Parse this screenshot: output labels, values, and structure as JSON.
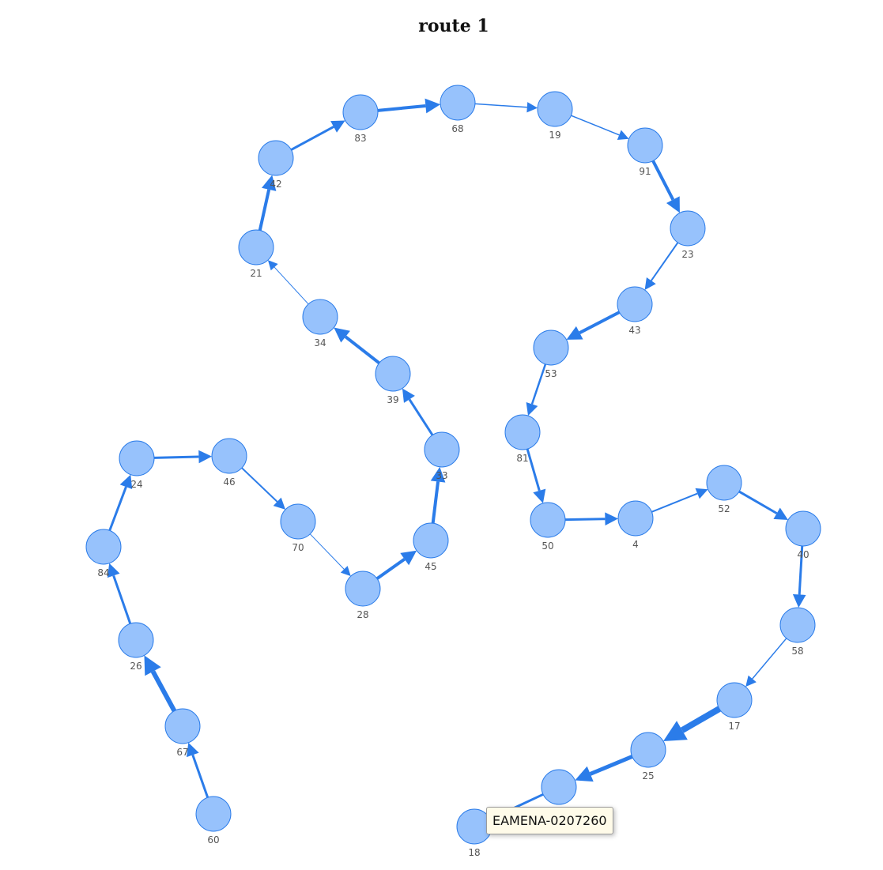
{
  "title": "route 1",
  "tooltip": "EAMENA-0207260",
  "colors": {
    "node_fill": "#97c2fc",
    "node_stroke": "#2b7ce9",
    "edge": "#2b7ce9"
  },
  "nodes": [
    "60",
    "67",
    "26",
    "84",
    "24",
    "46",
    "70",
    "28",
    "45",
    "33",
    "39",
    "34",
    "21",
    "42",
    "83",
    "68",
    "19",
    "91",
    "23",
    "43",
    "53",
    "81",
    "50",
    "4",
    "52",
    "40",
    "58",
    "17",
    "25",
    "",
    "18"
  ],
  "edges": [
    {
      "from": 0,
      "to": 1,
      "weight": 3
    },
    {
      "from": 1,
      "to": 2,
      "weight": 6
    },
    {
      "from": 2,
      "to": 3,
      "weight": 3
    },
    {
      "from": 3,
      "to": 4,
      "weight": 3
    },
    {
      "from": 4,
      "to": 5,
      "weight": 3
    },
    {
      "from": 5,
      "to": 6,
      "weight": 2
    },
    {
      "from": 6,
      "to": 7,
      "weight": 1
    },
    {
      "from": 7,
      "to": 8,
      "weight": 4
    },
    {
      "from": 8,
      "to": 9,
      "weight": 4
    },
    {
      "from": 9,
      "to": 10,
      "weight": 3
    },
    {
      "from": 10,
      "to": 11,
      "weight": 4
    },
    {
      "from": 11,
      "to": 12,
      "weight": 1
    },
    {
      "from": 12,
      "to": 13,
      "weight": 4
    },
    {
      "from": 13,
      "to": 14,
      "weight": 3
    },
    {
      "from": 14,
      "to": 15,
      "weight": 4
    },
    {
      "from": 15,
      "to": 16,
      "weight": 1.5
    },
    {
      "from": 16,
      "to": 17,
      "weight": 1.5
    },
    {
      "from": 17,
      "to": 18,
      "weight": 4
    },
    {
      "from": 18,
      "to": 19,
      "weight": 2
    },
    {
      "from": 19,
      "to": 20,
      "weight": 4
    },
    {
      "from": 20,
      "to": 21,
      "weight": 2.5
    },
    {
      "from": 21,
      "to": 22,
      "weight": 3
    },
    {
      "from": 22,
      "to": 23,
      "weight": 3
    },
    {
      "from": 23,
      "to": 24,
      "weight": 2
    },
    {
      "from": 24,
      "to": 25,
      "weight": 3
    },
    {
      "from": 25,
      "to": 26,
      "weight": 3
    },
    {
      "from": 26,
      "to": 27,
      "weight": 1.5
    },
    {
      "from": 27,
      "to": 28,
      "weight": 8
    },
    {
      "from": 28,
      "to": 29,
      "weight": 5
    },
    {
      "from": 29,
      "to": 30,
      "weight": 3
    }
  ]
}
